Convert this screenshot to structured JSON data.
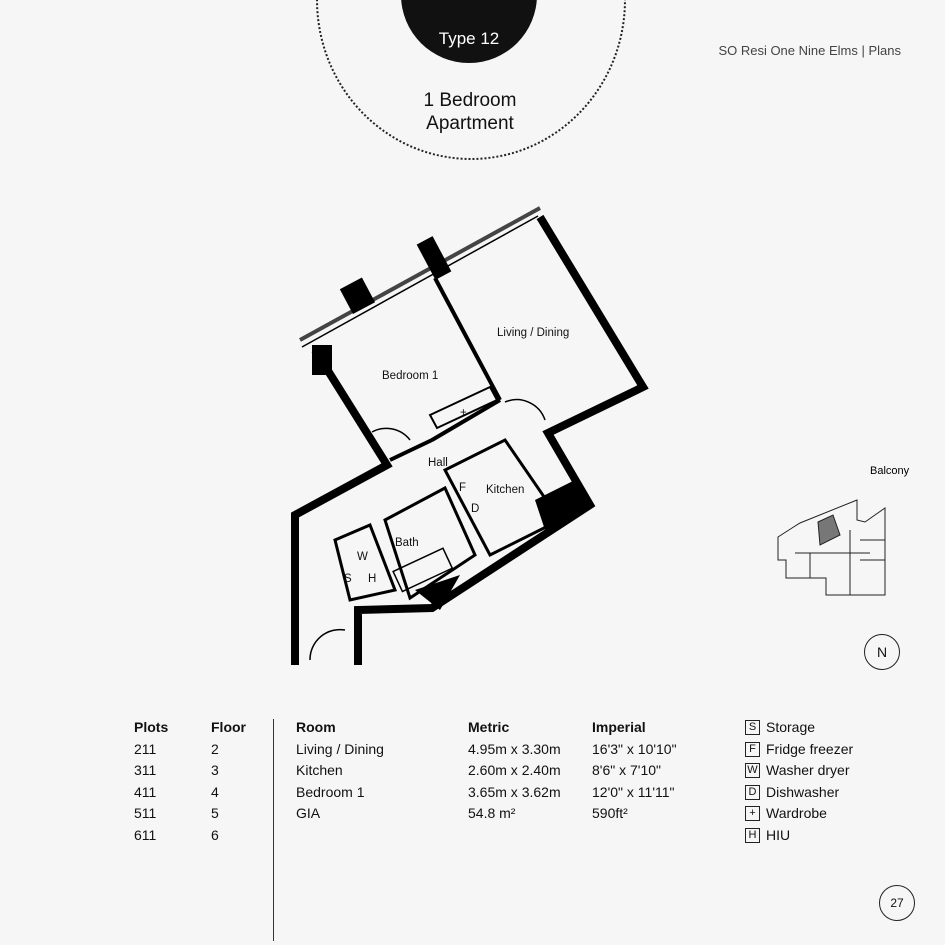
{
  "header": {
    "title": "SO Resi One Nine Elms | Plans"
  },
  "badge": {
    "type": "Type 12"
  },
  "apartment": {
    "line1": "1 Bedroom",
    "line2": "Apartment"
  },
  "plan": {
    "rooms": {
      "bedroom": "Bedroom 1",
      "living": "Living / Dining",
      "hall": "Hall",
      "kitchen": "Kitchen",
      "bath": "Bath"
    },
    "codes": {
      "f": "F",
      "d": "D",
      "w": "W",
      "s": "S",
      "h": "H",
      "plus": "+"
    }
  },
  "keyplan": {
    "balcony": "Balcony",
    "north": "N"
  },
  "plots": {
    "headers": [
      "Plots",
      "Floor"
    ],
    "rows": [
      [
        "211",
        "2"
      ],
      [
        "311",
        "3"
      ],
      [
        "411",
        "4"
      ],
      [
        "511",
        "5"
      ],
      [
        "611",
        "6"
      ]
    ]
  },
  "rooms": {
    "headers": [
      "Room",
      "Metric",
      "Imperial"
    ],
    "rows": [
      [
        "Living / Dining",
        "4.95m x 3.30m",
        "16'3\" x 10'10\""
      ],
      [
        "Kitchen",
        "2.60m x 2.40m",
        "8'6\" x 7'10\""
      ],
      [
        "Bedroom 1",
        "3.65m x 3.62m",
        "12'0\" x 11'11\""
      ],
      [
        "GIA",
        "54.8 m²",
        "590ft²"
      ]
    ]
  },
  "legend": [
    {
      "code": "S",
      "label": "Storage"
    },
    {
      "code": "F",
      "label": "Fridge freezer"
    },
    {
      "code": "W",
      "label": "Washer dryer"
    },
    {
      "code": "D",
      "label": "Dishwasher"
    },
    {
      "code": "+",
      "label": "Wardrobe"
    },
    {
      "code": "H",
      "label": "HIU"
    }
  ],
  "page_number": "27"
}
